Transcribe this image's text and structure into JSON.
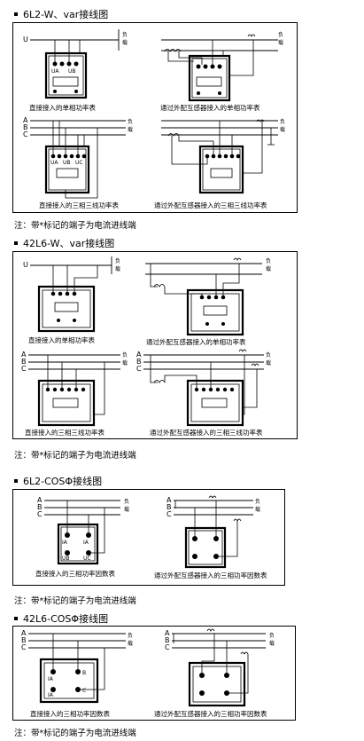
{
  "sections": [
    {
      "heading": "6L2-W、var接线图",
      "note": "注：带*标记的端子为电流进线端",
      "load_label": [
        "负",
        "载"
      ],
      "row1_left": {
        "line_labels": [
          "U"
        ],
        "terminals": [
          "UA",
          "UB"
        ],
        "caption": "直接接入的单相功率表"
      },
      "row1_right": {
        "line_labels": [],
        "caption": "通过外配互感器接入的单相功率表"
      },
      "row2_left": {
        "line_labels": [
          "A",
          "B",
          "C"
        ],
        "terminals": [
          "UA",
          "UB",
          "UC"
        ],
        "caption": "直接接入的三相三线功率表"
      },
      "row2_right": {
        "line_labels": [],
        "caption": "通过外配互感器接入的三相三线功率表"
      }
    },
    {
      "heading": "42L6-W、var接线图",
      "note": "注：带*标记的端子为电流进线端",
      "load_label": [
        "负",
        "载"
      ],
      "row1_left": {
        "line_labels": [
          "U"
        ],
        "caption": "直接接入的单相功率表"
      },
      "row1_right": {
        "line_labels": [],
        "caption": "通过外配互感器接入的单相功率表"
      },
      "row2_left": {
        "line_labels": [
          "A",
          "B",
          "C"
        ],
        "caption": "直接接入的三相三线功率表"
      },
      "row2_right": {
        "line_labels": [
          "A",
          "B",
          "C"
        ],
        "caption": "通过外配互感器接入的三相三线功率表"
      }
    },
    {
      "heading": "6L2-COSΦ接线图",
      "note": "注：带*标记的端子为电流进线端",
      "load_label": [
        "负",
        "载"
      ],
      "row1_left": {
        "line_labels": [
          "A",
          "B",
          "C"
        ],
        "terminals": [
          "IA",
          "IA",
          "UB",
          "UC"
        ],
        "caption": "直接接入的三相功率因数表"
      },
      "row1_right": {
        "line_labels": [
          "A",
          "B",
          "C"
        ],
        "caption": "通过外配互感器接入的三相功率因数表"
      }
    },
    {
      "heading": "42L6-COSΦ接线图",
      "note": "注：带*标记的端子为电流进线端",
      "load_label": [
        "负",
        "载"
      ],
      "row1_left": {
        "line_labels": [
          "A",
          "B",
          "C"
        ],
        "terminals": [
          "IA",
          "IA",
          "B",
          "C"
        ],
        "caption": "直接接入的三相功率因数表"
      },
      "row1_right": {
        "line_labels": [
          "A",
          "B",
          "C"
        ],
        "caption": "通过外配互感器接入的三相功率因数表"
      }
    }
  ]
}
